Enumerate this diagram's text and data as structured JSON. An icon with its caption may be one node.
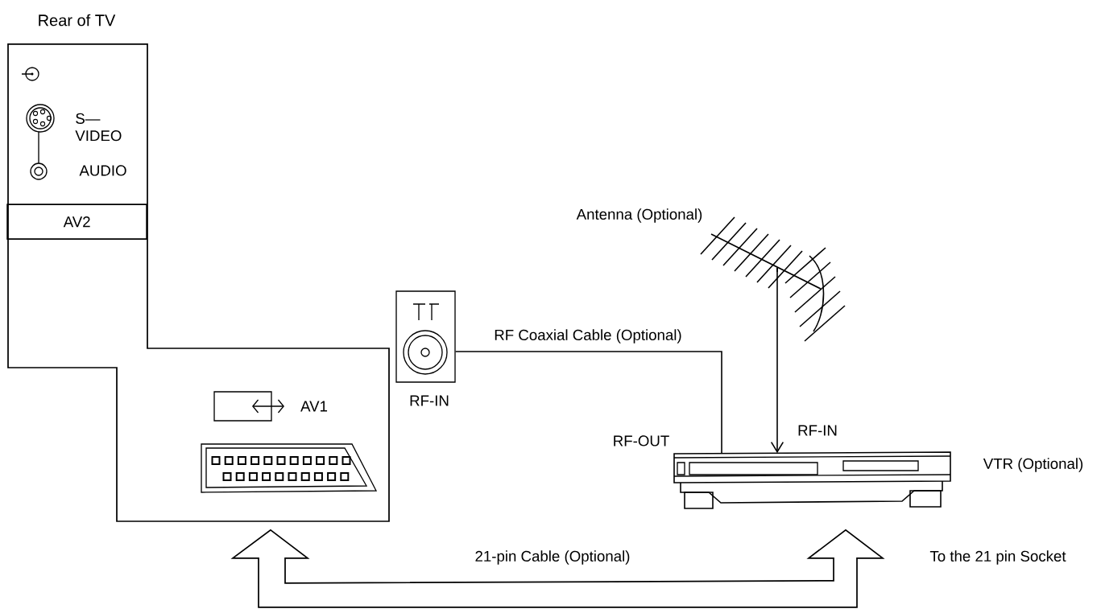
{
  "diagram": {
    "nodes": [
      {
        "text": [
          "Rear of TV"
        ]
      },
      {
        "text": [
          "AV2"
        ],
        "in": 0
      },
      {
        "text": [
          "RF-IN"
        ]
      },
      {
        "text": [
          "Antenna (Optional)"
        ]
      },
      {
        "text": [
          "VTR (Optional)"
        ]
      }
    ],
    "edges": [
      {
        "from": 2,
        "to": 4,
        "arrow": "none",
        "label": "RF Coaxial Cable (Optional)"
      },
      {
        "from": 3,
        "to": 4,
        "arrow": "to"
      },
      {
        "from": 0,
        "to": 4,
        "arrow": "both",
        "label": "21-pin Cable (Optional)"
      }
    ],
    "labels": [
      "S— VIDEO",
      "AUDIO",
      "AV1",
      "RF-IN",
      "RF-OUT",
      "To the 21 pin Socket"
    ]
  }
}
